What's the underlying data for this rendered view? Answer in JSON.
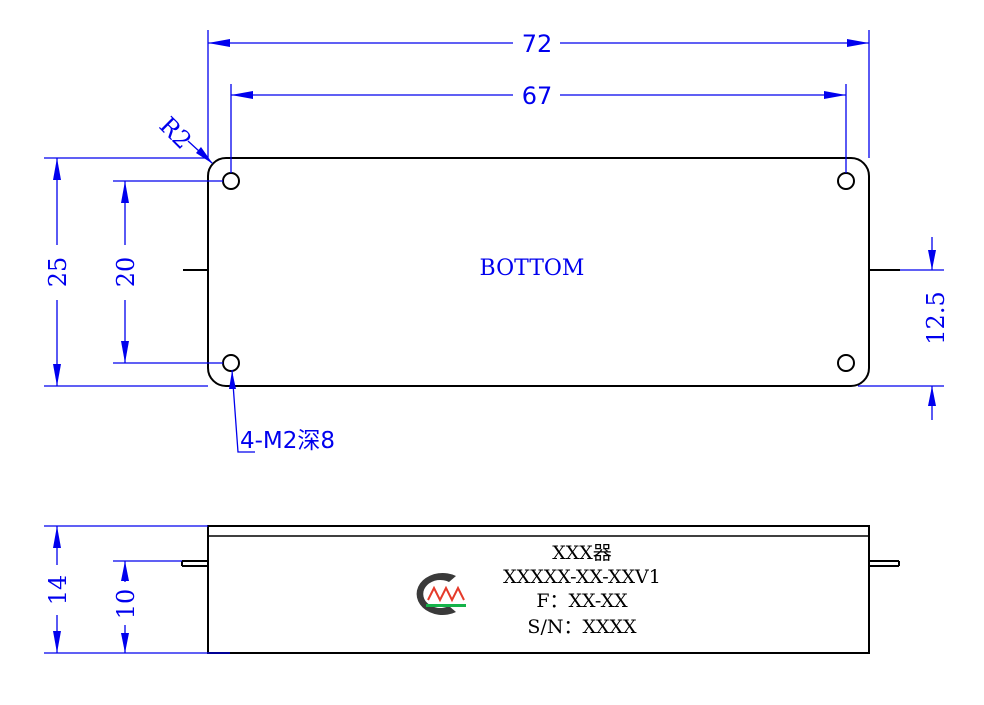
{
  "colors": {
    "dimension": "#0000ee",
    "outline": "#000000",
    "logo_gray": "#3a3a3a",
    "logo_green": "#15b34a",
    "logo_red": "#e53a2a"
  },
  "top_view": {
    "label": "BOTTOM",
    "dims": {
      "overall_length": "72",
      "hole_spacing_length": "67",
      "overall_width": "25",
      "hole_spacing_width": "20",
      "pin_offset": "12.5",
      "corner_radius": "R2"
    },
    "hole_callout": "4-M2深8"
  },
  "side_view": {
    "dims": {
      "height": "14",
      "pin_height": "10"
    },
    "nameplate": {
      "line1": "XXX器",
      "line2": "XXXXX-XX-XXV1",
      "line3": "F：XX-XX",
      "line4": "S/N：XXXX"
    },
    "logo": "company-logo"
  }
}
